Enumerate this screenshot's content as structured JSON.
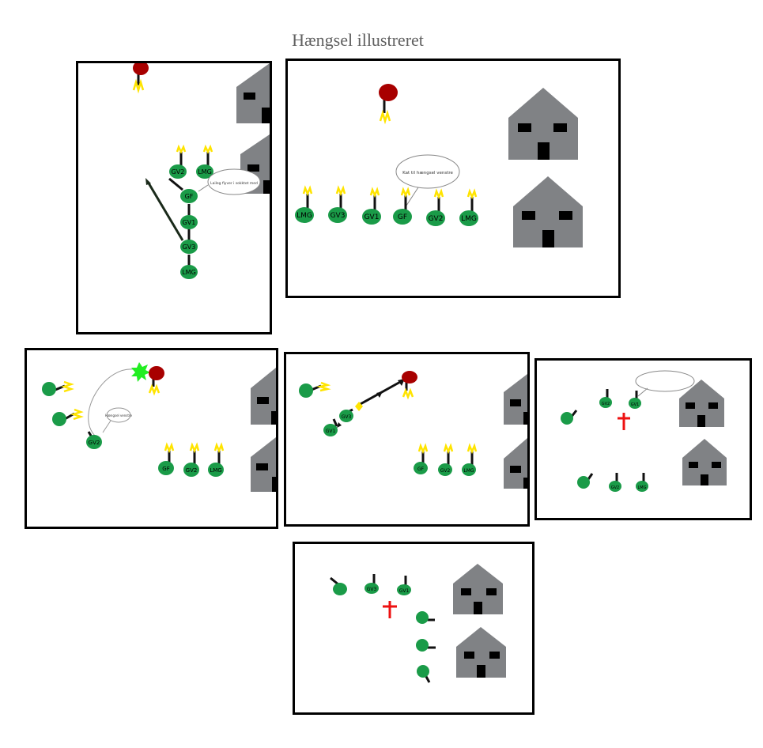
{
  "title": "Hængsel illustreret",
  "colors": {
    "unit": "#1a9b48",
    "gun": "#ffe400",
    "stick": "#111111",
    "enemy": "#a80000",
    "house": "#808285",
    "cross": "#ee1111",
    "flash": "#22ee22",
    "frame": "#000000"
  },
  "units": {
    "lmg": "LMG",
    "gv1": "GV1",
    "gv2": "GV2",
    "gv3": "GV3",
    "gf": "GF"
  },
  "bubbles": {
    "p1": "Laileg fiyver i sokktot med",
    "p2": "Kat til hængsel venstre",
    "p3": "Hængsel venstre"
  },
  "icons": [
    "house-icon",
    "enemy-icon",
    "cross-icon",
    "flash-icon",
    "arrow-icon"
  ]
}
